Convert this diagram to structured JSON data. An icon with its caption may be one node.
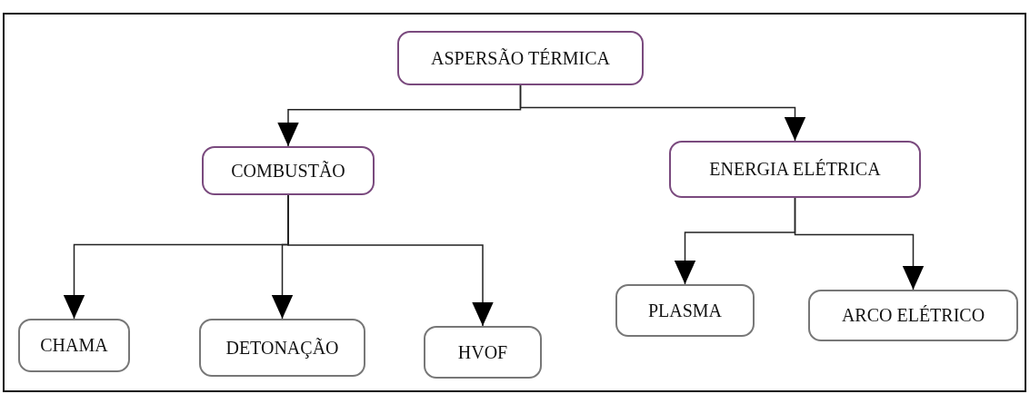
{
  "diagram": {
    "nodes": [
      {
        "text": [
          "ASPERSÃO TÉRMICA"
        ]
      },
      {
        "text": [
          "COMBUSTÃO"
        ]
      },
      {
        "text": [
          "ENERGIA ELÉTRICA"
        ]
      },
      {
        "text": [
          "CHAMA"
        ]
      },
      {
        "text": [
          "DETONAÇÃO"
        ]
      },
      {
        "text": [
          "HVOF"
        ]
      },
      {
        "text": [
          "PLASMA"
        ]
      },
      {
        "text": [
          "ARCO ELÉTRICO"
        ]
      }
    ],
    "edges": [
      {
        "from": 0,
        "to": 1,
        "arrow": "to"
      },
      {
        "from": 0,
        "to": 2,
        "arrow": "to"
      },
      {
        "from": 1,
        "to": 3,
        "arrow": "to"
      },
      {
        "from": 1,
        "to": 4,
        "arrow": "to"
      },
      {
        "from": 1,
        "to": 5,
        "arrow": "to"
      },
      {
        "from": 2,
        "to": 6,
        "arrow": "to"
      },
      {
        "from": 2,
        "to": 7,
        "arrow": "to"
      }
    ]
  }
}
